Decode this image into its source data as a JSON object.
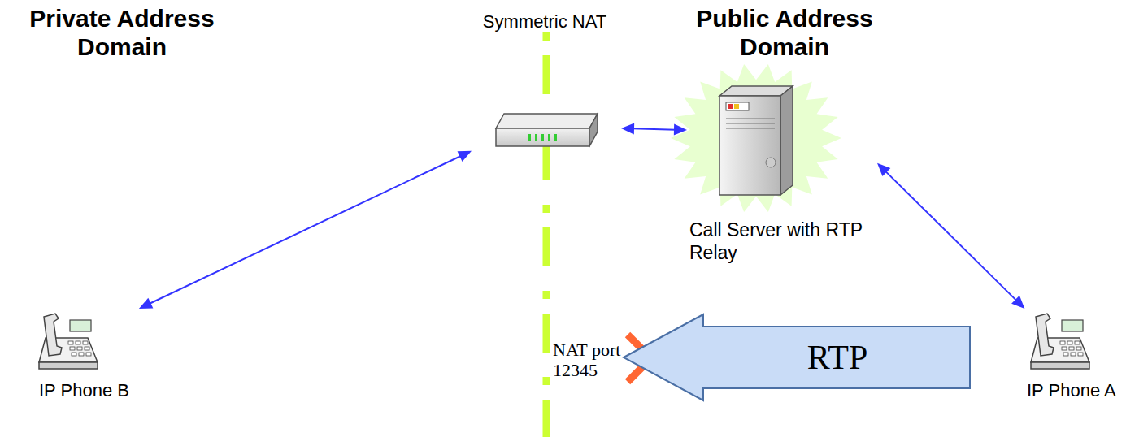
{
  "diagram": {
    "nodes": [
      {
        "text": [
          "Symmetric NAT"
        ]
      },
      {
        "text": [
          "Call Server with RTP Relay"
        ]
      },
      {
        "text": [
          "IP Phone B"
        ]
      },
      {
        "text": [
          "IP Phone A"
        ]
      },
      {
        "text": [
          "RTP"
        ]
      }
    ],
    "edges": [
      {
        "from": 2,
        "to": 0,
        "arrow": "both"
      },
      {
        "from": 0,
        "to": 1,
        "arrow": "both"
      },
      {
        "from": 1,
        "to": 3,
        "arrow": "both"
      }
    ],
    "labels": [
      "Private Address Domain",
      "Public Address Domain",
      "NAT port 12345"
    ]
  }
}
